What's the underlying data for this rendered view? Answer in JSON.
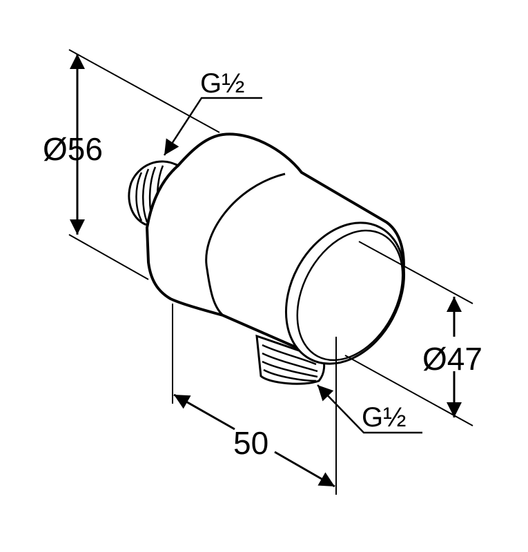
{
  "title": "Wall outlet elbow dimension drawing",
  "dimensions": {
    "body_diameter": "Ø56",
    "outlet_diameter": "Ø47",
    "depth": "50",
    "thread_top": "G½",
    "thread_bottom": "G½"
  },
  "colors": {
    "line": "#000000",
    "background": "#ffffff"
  }
}
